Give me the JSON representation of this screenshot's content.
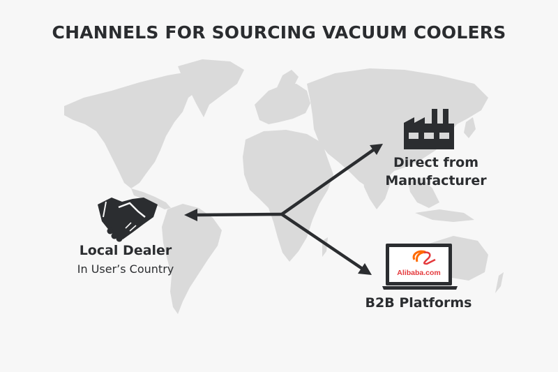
{
  "title": "CHANNELS FOR SOURCING VACUUM COOLERS",
  "colors": {
    "background": "#f7f7f7",
    "map_land": "#d9d9d9",
    "ink": "#2b2d30",
    "alibaba_orange": "#ff6a00",
    "alibaba_red": "#e4393c"
  },
  "hub": {
    "icon": "arrow-hub"
  },
  "channels": [
    {
      "id": "local-dealer",
      "icon": "handshake-icon",
      "label": "Local Dealer",
      "sublabel": "In User’s Country",
      "direction": "left"
    },
    {
      "id": "manufacturer",
      "icon": "factory-icon",
      "label_line1": "Direct from",
      "label_line2": "Manufacturer",
      "direction": "upper-right"
    },
    {
      "id": "b2b",
      "icon": "laptop-icon",
      "screen_logo_text": "Alibaba.com",
      "label": "B2B Platforms",
      "direction": "lower-right"
    }
  ]
}
